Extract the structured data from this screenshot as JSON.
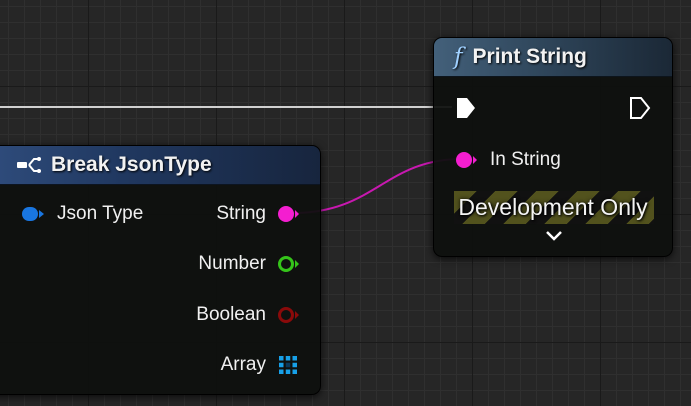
{
  "nodes": {
    "break_json": {
      "title": "Break JsonType",
      "icon": "break-struct-icon",
      "input_pins": [
        {
          "label": "Json Type",
          "type": "struct",
          "color": "#1976e0"
        }
      ],
      "output_pins": [
        {
          "label": "String",
          "type": "string",
          "color": "#f41ed0",
          "connected": true
        },
        {
          "label": "Number",
          "type": "float",
          "color": "#35c41a",
          "connected": false
        },
        {
          "label": "Boolean",
          "type": "bool",
          "color": "#8a0a0a",
          "connected": false
        },
        {
          "label": "Array",
          "type": "array",
          "color": "#17a0e8",
          "connected": false
        }
      ],
      "header_color": "#2f4c7c"
    },
    "print_string": {
      "title": "Print String",
      "icon": "function-icon",
      "icon_glyph": "f",
      "input_pins": [
        {
          "label": "In String",
          "type": "string",
          "color": "#f41ed0",
          "connected": true
        }
      ],
      "banner": "Development Only",
      "header_color": "#43607a"
    }
  },
  "wires": {
    "exec_color": "#d0d0d0",
    "string_color": "#c818b0"
  }
}
